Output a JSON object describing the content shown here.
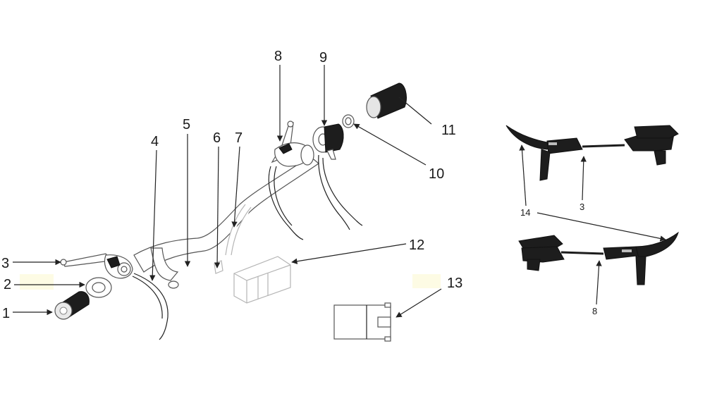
{
  "callouts": [
    "1",
    "2",
    "3",
    "4",
    "5",
    "6",
    "7",
    "8",
    "9",
    "10",
    "11",
    "12",
    "13"
  ],
  "inset_labels": [
    "14",
    "3",
    "8"
  ],
  "colors": {
    "highlight": "#fdfbe4",
    "ink": "#1a1a1a",
    "dark_part": "#1d1d1d"
  }
}
